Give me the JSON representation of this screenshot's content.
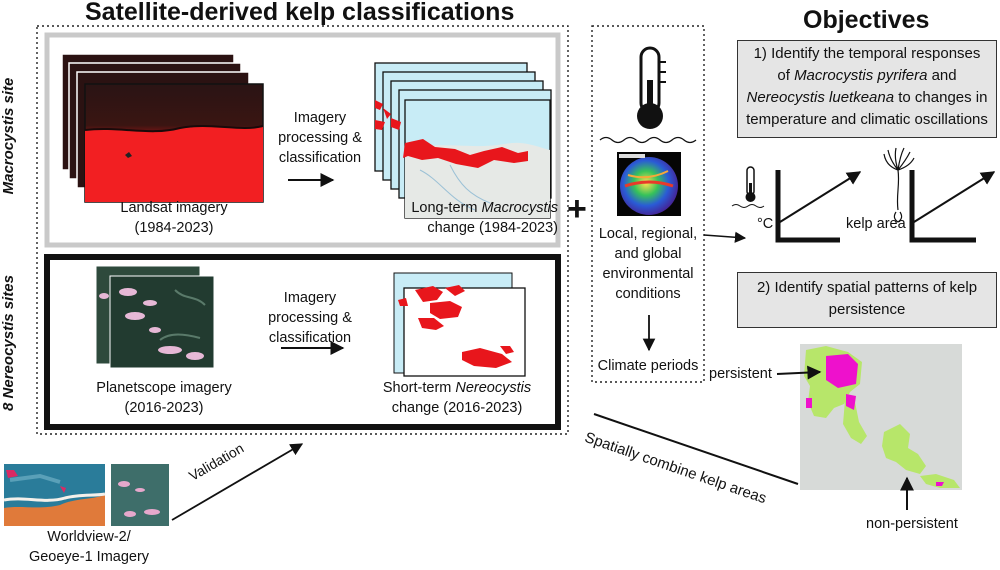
{
  "left_panel": {
    "title": "Satellite-derived kelp classifications",
    "macro_site_label": {
      "italic": "Macrocystis",
      "rest": " site"
    },
    "nereo_sites_label": {
      "prefix": "8 ",
      "italic": "Nereocystis",
      "rest": " sites"
    },
    "landsat": {
      "line1": "Landsat imagery",
      "line2": "(1984-2023)"
    },
    "processing_top": {
      "line1": "Imagery",
      "line2": "processing &",
      "line3": "classification"
    },
    "macro_change": {
      "line1_prefix": "Long-term ",
      "line1_italic": "Macrocystis",
      "line2": "change (1984-2023)"
    },
    "planetscope": {
      "line1": "Planetscope imagery",
      "line2": "(2016-2023)"
    },
    "processing_bottom": {
      "line1": "Imagery",
      "line2": "processing &",
      "line3": "classification"
    },
    "nereo_change": {
      "line1_prefix": "Short-term ",
      "line1_italic": "Nereocystis",
      "line2": "change (2016-2023)"
    }
  },
  "middle_panel": {
    "plus": "+",
    "conditions": {
      "line1": "Local, regional,",
      "line2": "and global",
      "line3": "environmental",
      "line4": "conditions"
    },
    "climate_periods": "Climate periods"
  },
  "validation": {
    "label": "Validation",
    "imagery": {
      "line1": "Worldview-2/",
      "line2": "Geoeye-1 Imagery"
    }
  },
  "objectives": {
    "title": "Objectives",
    "obj1": {
      "line1": "1) Identify the temporal responses",
      "line2_prefix": "of ",
      "line2_italic": "Macrocystis pyrifera",
      "line2_suffix": " and",
      "line3_italic": "Nereocystis luetkeana",
      "line3_suffix": " to changes in",
      "line4": "temperature and climatic oscillations"
    },
    "temp_axis_label": "°C",
    "kelp_axis_label": "kelp area",
    "obj2": {
      "line1": "2) Identify spatial patterns of kelp",
      "line2": "persistence"
    },
    "persistent_label": "persistent",
    "non_persistent_label": "non-persistent",
    "combine_label": "Spatially combine kelp areas"
  },
  "colors": {
    "kelp_red": "#e8161c",
    "ocean_blue": "#c8ecf6",
    "persistent_magenta": "#ee11cc",
    "nonpersistent_green": "#b7e66a",
    "map_gray": "#d7dad8",
    "box_gray": "#e5e5e5"
  }
}
